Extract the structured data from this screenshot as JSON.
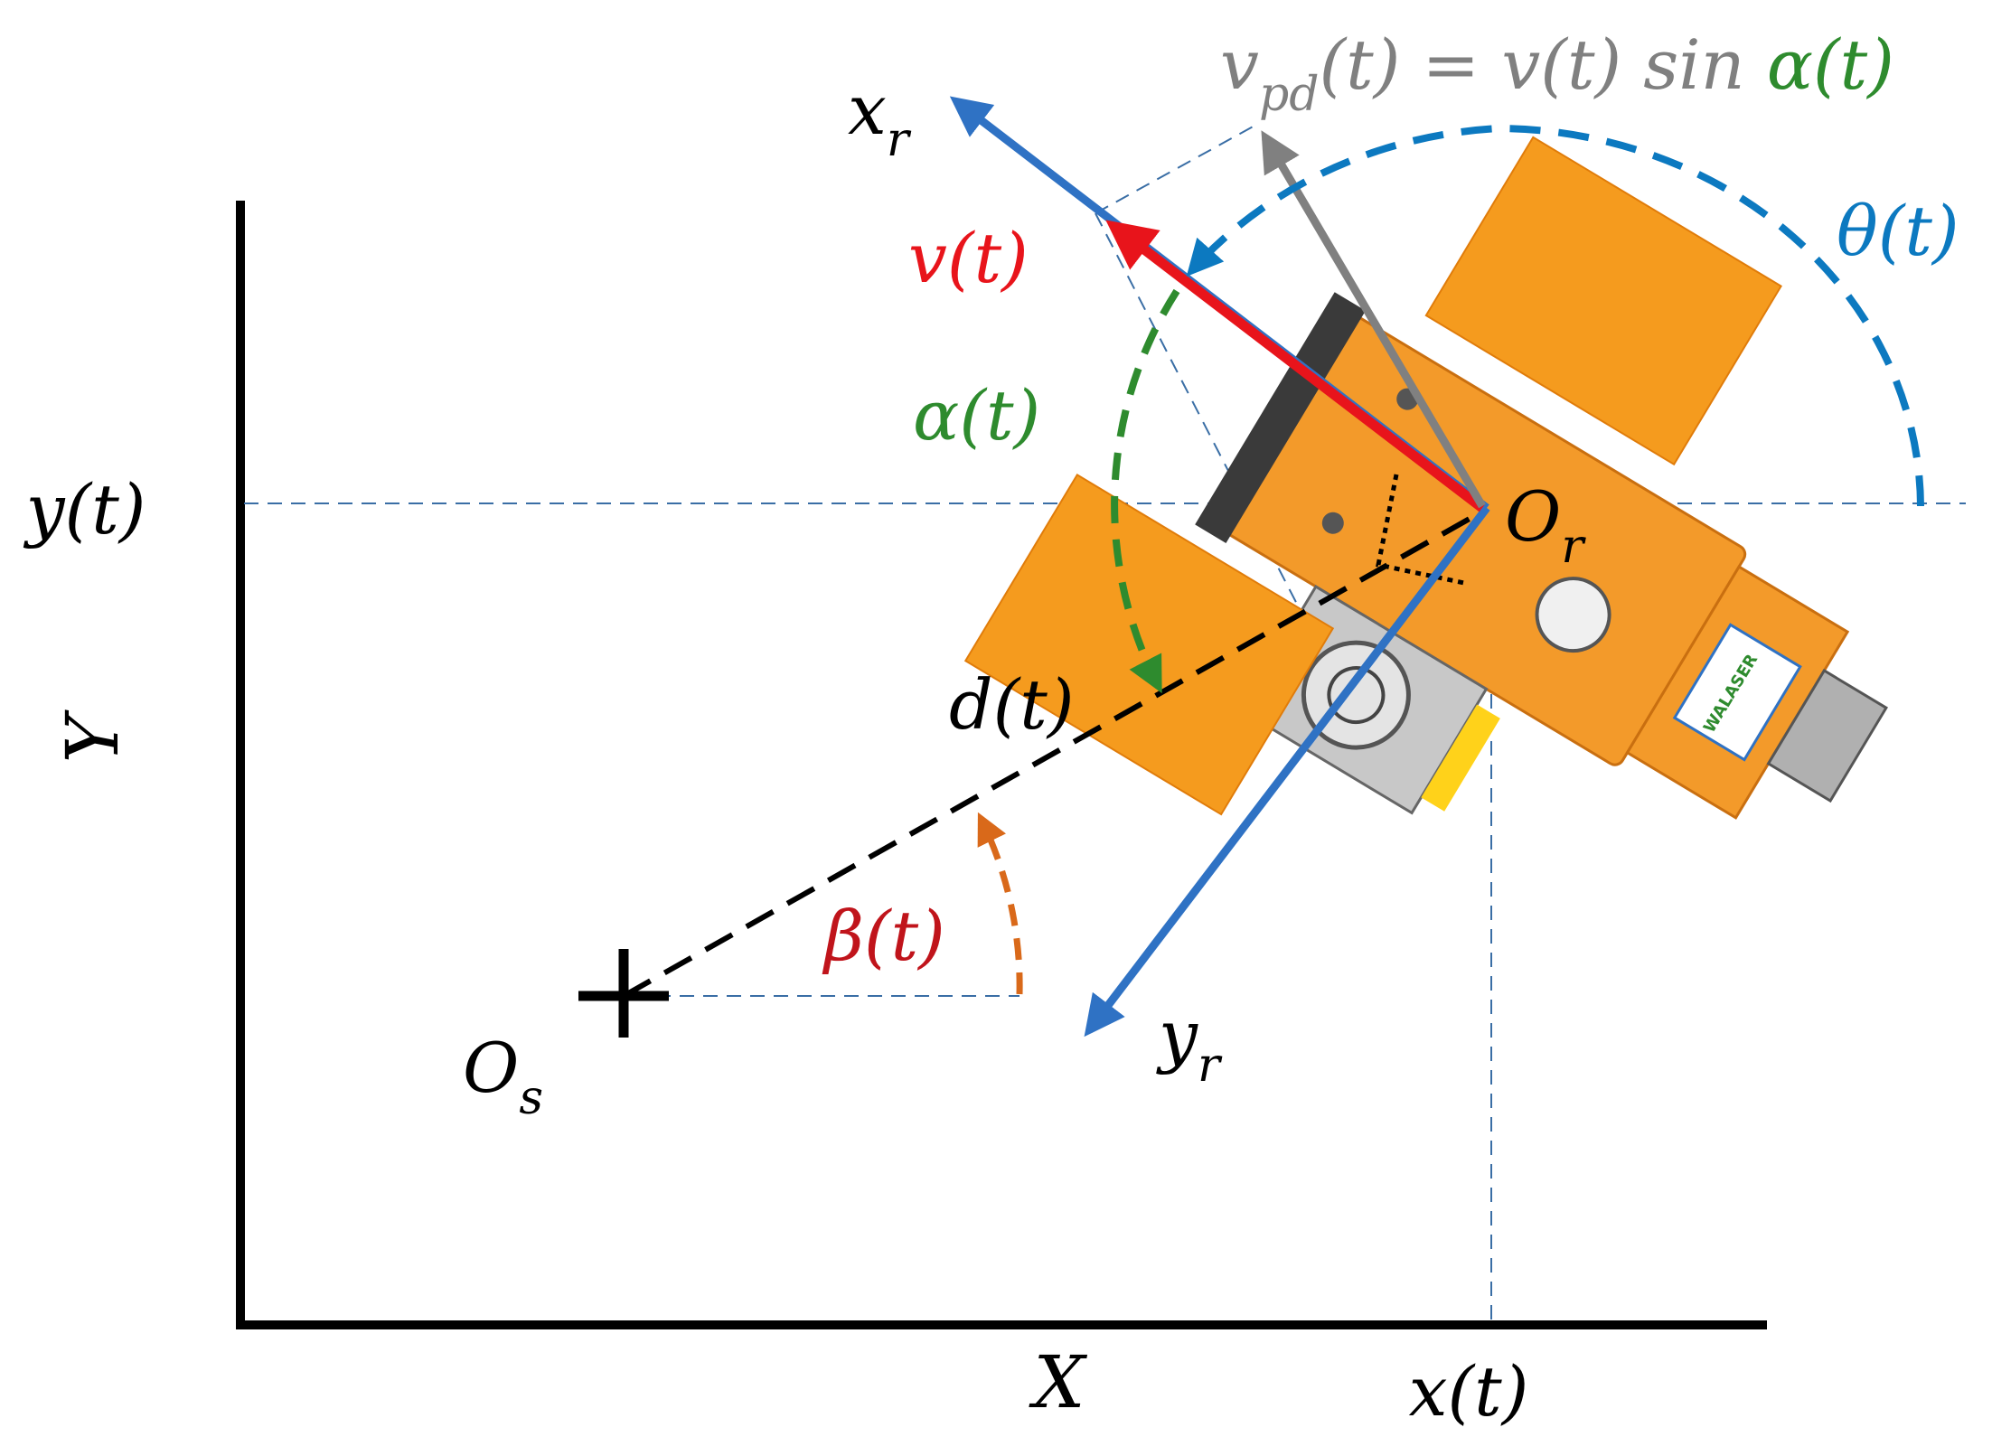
{
  "axes": {
    "x_label": "X",
    "y_label": "Y",
    "x_tick": "x(t)",
    "y_tick": "y(t)"
  },
  "robot_frame": {
    "origin": "O",
    "origin_sub": "r",
    "xr": "x",
    "xr_sub": "r",
    "yr": "y",
    "yr_sub": "r"
  },
  "reference": {
    "origin": "O",
    "origin_sub": "s"
  },
  "labels": {
    "velocity": "v(t)",
    "alpha": "α(t)",
    "theta": "θ(t)",
    "beta": "β(t)",
    "distance": "d(t)",
    "vpd_v": "v",
    "vpd_sub": "pd",
    "vpd_rest": "(t) = v(t) sin ",
    "vpd_alpha": "α(t)",
    "logo": "WALASER"
  },
  "colors": {
    "velocity": "#e8141b",
    "robot_axes": "#2f72c4",
    "alpha": "#2e8b2e",
    "theta": "#0c79c0",
    "beta_label": "#c0141b",
    "beta_arc": "#d9691a",
    "vpd": "#808080",
    "robot_body": "#f39a2a",
    "robot_panel": "#f59b1e",
    "guides": "#3a6ea5",
    "axes": "#000000"
  }
}
